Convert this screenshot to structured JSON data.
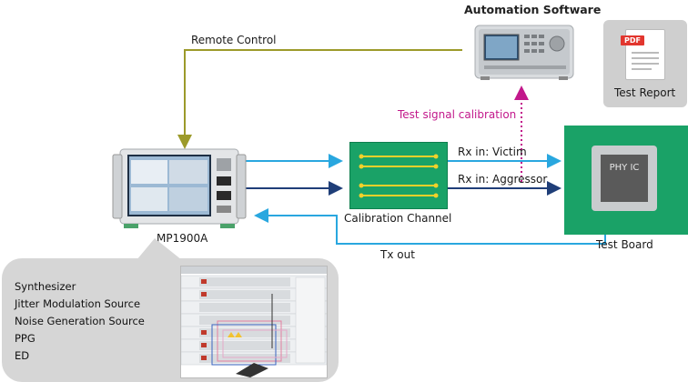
{
  "diagram": {
    "automation_software": {
      "title": "Automation Software",
      "icon": "test-instrument-icon"
    },
    "test_report": {
      "label": "Test Report",
      "badge": "PDF",
      "icon": "pdf-document-icon"
    },
    "instrument": {
      "label": "MP1900A",
      "icon": "signal-quality-analyzer-icon"
    },
    "calibration_channel": {
      "label": "Calibration Channel"
    },
    "test_board": {
      "label": "Test Board",
      "chip_label": "PHY IC"
    },
    "connections": {
      "remote_control": "Remote Control",
      "test_signal_calibration": "Test signal calibration",
      "rx_victim": "Rx in: Victim",
      "rx_aggressor": "Rx in: Aggressor",
      "tx_out": "Tx out"
    },
    "callout": {
      "items": [
        "Synthesizer",
        "Jitter Modulation Source",
        "Noise Generation Source",
        "PPG",
        "ED"
      ]
    },
    "colors": {
      "remote_control_line": "#9c9a2a",
      "light_blue_line": "#29a7df",
      "dark_blue_line": "#1f3e78",
      "calibration_dotted": "#c2188b",
      "green_board": "#1aa267",
      "callout_bg": "#d6d6d6"
    }
  }
}
